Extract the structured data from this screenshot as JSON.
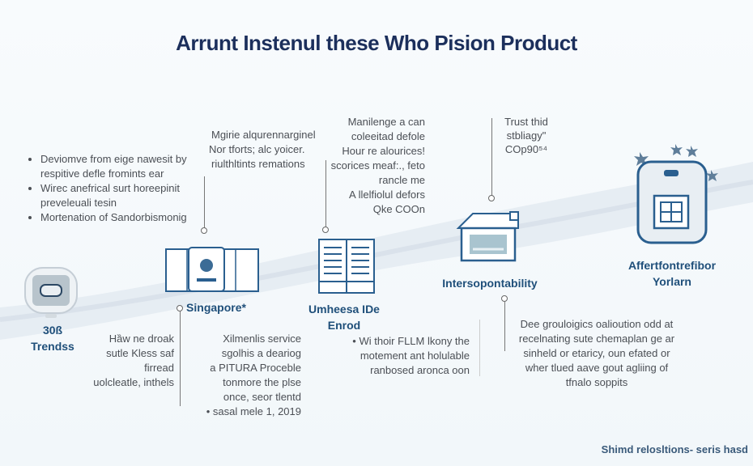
{
  "title": "Arrunt Instenul these Who Pision Product",
  "left_block": {
    "items": [
      "Deviomve from eige nawesit by respitive defle fromints ear",
      "Wirec anefrical surt horeepinit preveleuali tesin",
      "Mortenation of Sandorbismonig"
    ]
  },
  "block2": {
    "lines": [
      "Mgirie alqurennarginel",
      "Nor tforts; alc yoicer.",
      "riulthltints remations"
    ]
  },
  "block3": {
    "lines": [
      "Manilenge a can",
      "coleeitad defole",
      "Hour re alourices! scorices meaf:., feto rancle me",
      "A llelfiolul defors Qke COOn"
    ]
  },
  "block4": {
    "lines": [
      "Trust thid",
      "stbliagy\"",
      "COp90⁵⁴"
    ]
  },
  "nodes": [
    {
      "label": "30ß",
      "label2": "Trendss",
      "icon": "device-icon"
    },
    {
      "label": "Singapore*",
      "icon": "card-icon"
    },
    {
      "label": "Umheesa IDe",
      "label2": "Enrod",
      "icon": "document-icon"
    },
    {
      "label": "Intersopontability",
      "icon": "house-icon"
    },
    {
      "label": "Affertfontrefibor",
      "label2": "Yorlarn",
      "icon": "device-icon"
    }
  ],
  "bottom1": {
    "lines": [
      "Hȁw ne droak",
      "sutle Kless saf",
      "firread",
      "uolcleatle, inthels"
    ]
  },
  "bottom2": {
    "lines": [
      "Xilmenlis service",
      "sgolhis a deariog",
      "a PITURA Proceble",
      "tonmore the plse",
      "once, seor tlentd",
      "sasal mele 1, 2019"
    ]
  },
  "bottom3": {
    "lines": [
      "Wi thoir FLLM lkony the",
      "motement ant holulable",
      "ranbosed aronca oon"
    ]
  },
  "bottom4": {
    "lines": [
      "Dee grouloigics oalioution odd at",
      "recelnating sute chemaplan ge ar",
      "sinheld or etaricy, oun efated or",
      "wher tlued aave gout agliing of",
      "tfnalo soppits"
    ]
  },
  "footer": "Shimd relosltions- seris hasd",
  "colors": {
    "title": "#1c2f5c",
    "accent": "#2a5f8f",
    "text": "#4b4f55"
  }
}
